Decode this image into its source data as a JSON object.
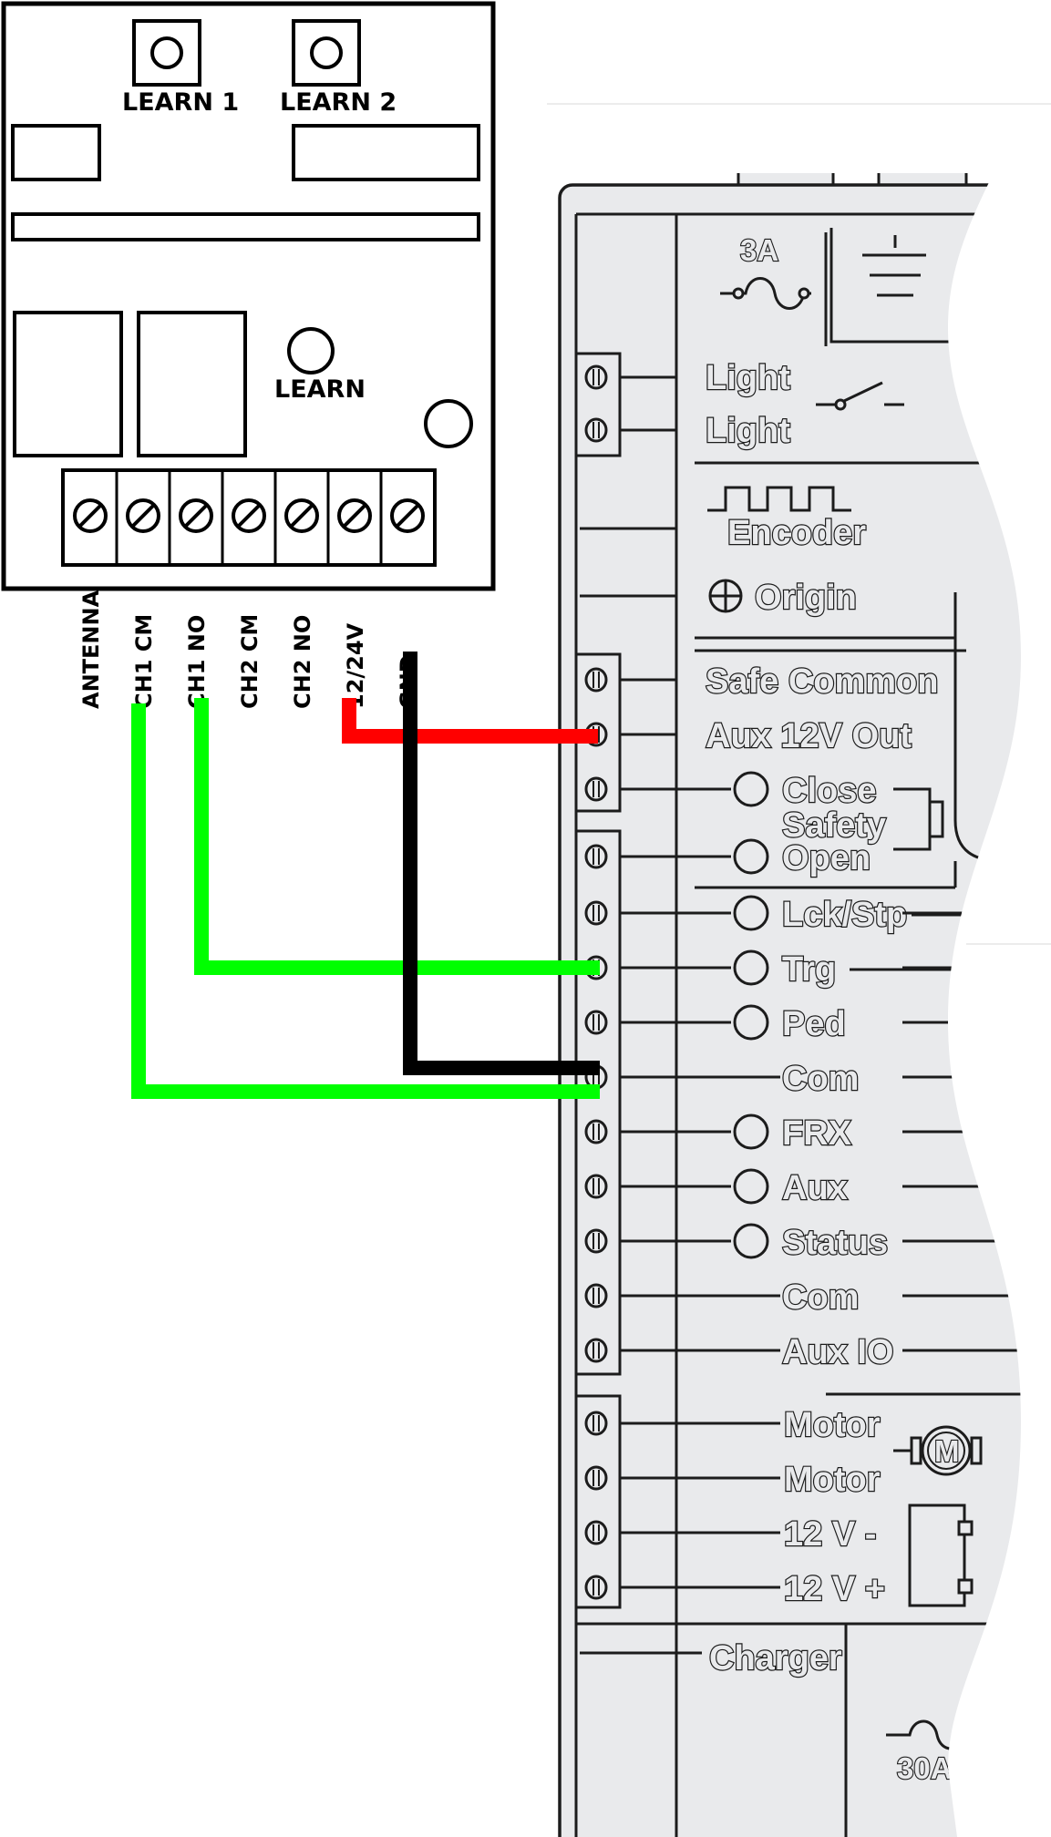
{
  "receiver": {
    "buttons": [
      "LEARN 1",
      "LEARN 2"
    ],
    "learn_label": "LEARN",
    "pins": [
      "ANTENNA",
      "CH1 CM",
      "CH1 NO",
      "CH2 CM",
      "CH2 NO",
      "12/24V",
      "GND"
    ]
  },
  "controller": {
    "fuse_top": "3A",
    "fuse_bottom": "30A",
    "upper_terminals": [
      "Light",
      "Light"
    ],
    "encoder_label": "Encoder",
    "origin_label": "Origin",
    "safe_common": "Safe Common",
    "aux_out": "Aux 12V Out",
    "safety_group": [
      "Close",
      "Safety",
      "Open"
    ],
    "inputs": [
      "Lck/Stp",
      "Trg",
      "Ped",
      "Com",
      "FRX",
      "Aux",
      "Status",
      "Com",
      "Aux IO"
    ],
    "power_terminals": [
      "Motor",
      "Motor",
      "12 V -",
      "12 V +"
    ],
    "charger_label": "Charger",
    "motor_symbol": "M"
  },
  "wires": [
    {
      "from": "12/24V",
      "to": "Aux 12V Out",
      "color": "#ff0000"
    },
    {
      "from": "GND",
      "to": "Com",
      "color": "#000000"
    },
    {
      "from": "CH1 NO",
      "to": "Trg",
      "color": "#00ff00"
    },
    {
      "from": "CH1 CM",
      "to": "Com",
      "color": "#00ff00"
    }
  ]
}
